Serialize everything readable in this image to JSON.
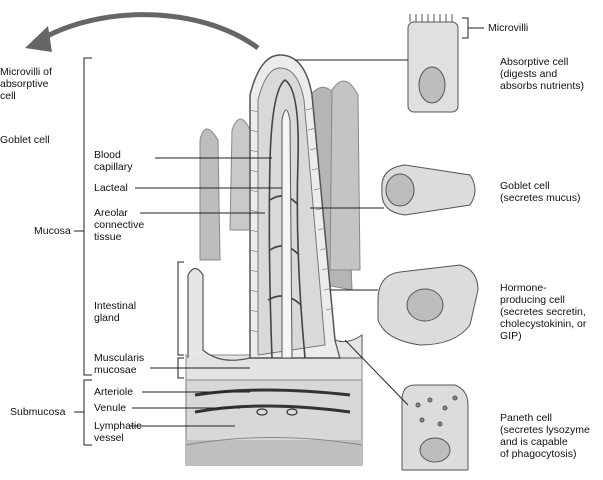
{
  "left_labels": {
    "microvilli_of_absorptive_cell": [
      "Microvilli of",
      "absorptive",
      "cell"
    ],
    "goblet_cell": "Goblet cell",
    "mucosa": "Mucosa",
    "submucosa": "Submucosa"
  },
  "inner_labels": {
    "blood_capillary": [
      "Blood",
      "capillary"
    ],
    "lacteal": "Lacteal",
    "areolar_connective_tissue": [
      "Areolar",
      "connective",
      "tissue"
    ],
    "intestinal_gland": [
      "Intestinal",
      "gland"
    ],
    "muscularis_mucosae": [
      "Muscularis",
      "mucosae"
    ],
    "arteriole": "Arteriole",
    "venule": "Venule",
    "lymphatic_vessel": [
      "Lymphatic",
      "vessel"
    ]
  },
  "cell_labels": {
    "microvilli": "Microvilli",
    "absorptive_cell": [
      "Absorptive cell",
      "(digests and",
      "absorbs nutrients)"
    ],
    "goblet_cell": [
      "Goblet cell",
      "(secretes mucus)"
    ],
    "hormone_producing_cell": [
      "Hormone-",
      "producing cell",
      "(secretes secretin,",
      "cholecystokinin, or",
      "GIP)"
    ],
    "paneth_cell": [
      "Paneth cell",
      "(secretes lysozyme",
      "and is capable",
      "of phagocytosis)"
    ]
  }
}
